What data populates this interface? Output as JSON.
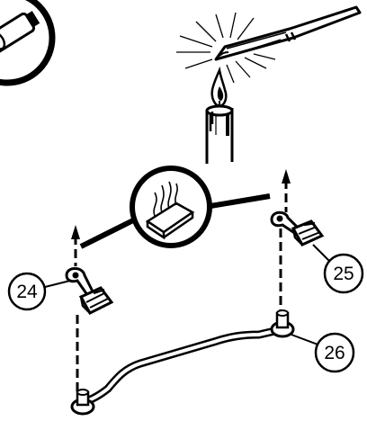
{
  "callouts": {
    "c24": "24",
    "c25": "25",
    "c26": "26"
  },
  "colors": {
    "ink": "#000000",
    "paper": "#ffffff"
  },
  "icons": {
    "top_left": "tube-inset-icon",
    "heating": "candle-flame-icon",
    "tool": "heated-blade-icon",
    "detail": "hot-plate-inset-icon",
    "arrow": "up-arrow-icon"
  }
}
